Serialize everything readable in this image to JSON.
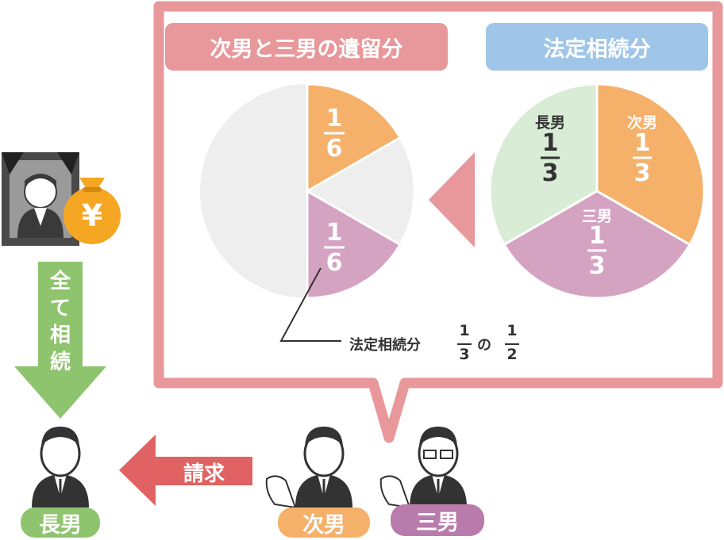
{
  "colors": {
    "frame": "#e8979a",
    "frame_fill": "#ffffff",
    "orange": "#f5b06a",
    "purple": "#d5a3c2",
    "green": "#d9ecd6",
    "light_gray": "#eeeeee",
    "blue": "#9fc6e8",
    "header_pink": "#e8979a",
    "green_arrow": "#8fc46e",
    "red_arrow": "#e06262",
    "money_bag": "#f5a623",
    "dark": "#333333"
  },
  "left_header": "次男と三男の遺留分",
  "right_header": "法定相続分",
  "left_pie": {
    "labels": [
      {
        "num": "1",
        "den": "6"
      },
      {
        "num": "1",
        "den": "6"
      }
    ]
  },
  "right_pie": {
    "slices": [
      {
        "name": "長男",
        "num": "1",
        "den": "3"
      },
      {
        "name": "次男",
        "num": "1",
        "den": "3"
      },
      {
        "name": "三男",
        "num": "1",
        "den": "3"
      }
    ]
  },
  "callout": {
    "prefix": "法定相続分",
    "frac1": {
      "num": "1",
      "den": "3"
    },
    "particle": "の",
    "frac2": {
      "num": "1",
      "den": "2"
    }
  },
  "inherit_arrow_text": [
    "全",
    "て",
    "相",
    "続"
  ],
  "claim_text": "請求",
  "people": {
    "eldest": "長男",
    "second": "次男",
    "third": "三男"
  },
  "yen_symbol": "¥",
  "icons": [
    "portrait-icon",
    "money-bag-icon",
    "person-icon"
  ]
}
